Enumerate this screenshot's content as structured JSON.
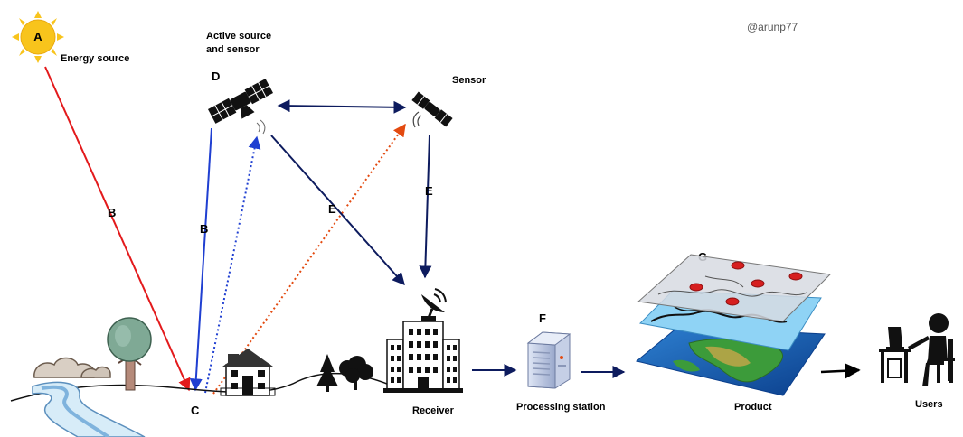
{
  "watermark": "@arunp77",
  "labels": {
    "energy_source": "Energy source",
    "active_source_line1": "Active source",
    "active_source_line2": "and sensor",
    "sensor": "Sensor",
    "receiver": "Receiver",
    "processing_station": "Processing station",
    "product": "Product",
    "users": "Users"
  },
  "letters": {
    "a": "A",
    "b_sun": "B",
    "b_active": "B",
    "c": "C",
    "d": "D",
    "e_center": "E",
    "e_sensor": "E",
    "f": "F",
    "g": "G"
  },
  "colors": {
    "sun_ray": "#e31a1c",
    "active_beam": "#1f3fd1",
    "data_link": "#0d1b5e",
    "reflection": "#e34a10",
    "sun": "#f8c41c"
  }
}
